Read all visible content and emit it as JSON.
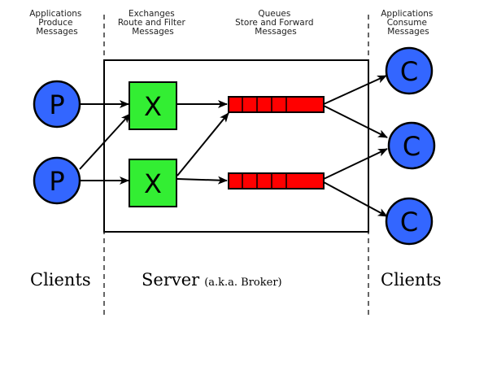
{
  "columns": {
    "producers": [
      "Applications",
      "Produce",
      "Messages"
    ],
    "exchanges": [
      "Exchanges",
      "Route and Filter",
      "Messages"
    ],
    "queues": [
      "Queues",
      "Store and Forward",
      "Messages"
    ],
    "consumers": [
      "Applications",
      "Consume",
      "Messages"
    ]
  },
  "labels": {
    "clients_left": "Clients",
    "server": "Server",
    "server_note": "(a.k.a. Broker)",
    "clients_right": "Clients"
  },
  "nodes": {
    "producer_letter": "P",
    "exchange_letter": "X",
    "consumer_letter": "C"
  },
  "colors": {
    "producer": "#3366ff",
    "consumer": "#3366ff",
    "exchange": "#33ee33",
    "queue": "#ff0000",
    "stroke": "#000000"
  }
}
